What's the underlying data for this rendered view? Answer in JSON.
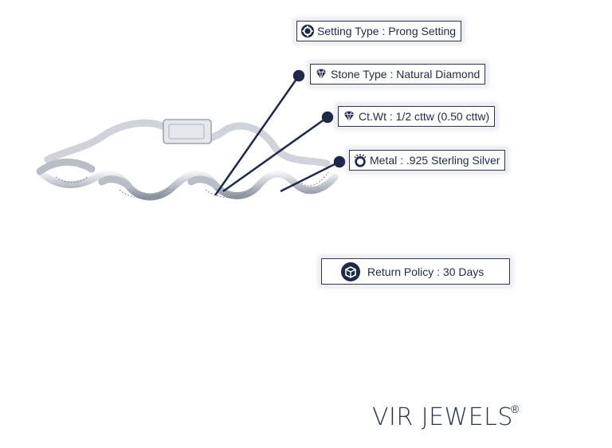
{
  "product": {
    "image_alt": "silver infinity link bracelet with diamonds"
  },
  "specs": {
    "setting": {
      "text": "Setting Type : Prong Setting",
      "icon": "gear-icon"
    },
    "stone": {
      "text": "Stone Type : Natural Diamond",
      "icon": "diamond-icon"
    },
    "weight": {
      "text": "Ct.Wt : 1/2 cttw (0.50 cttw)",
      "icon": "diamond-icon"
    },
    "metal": {
      "text": "Metal : .925 Sterling Silver",
      "icon": "ring-icon"
    }
  },
  "return_policy": {
    "text": "Return Policy : 30 Days",
    "icon": "box-return-icon"
  },
  "brand": {
    "name": "VIR JEWELS",
    "mark": "®"
  },
  "colors": {
    "navy": "#1e2a4a",
    "silver": "#c8ccd3",
    "background": "#ffffff"
  }
}
